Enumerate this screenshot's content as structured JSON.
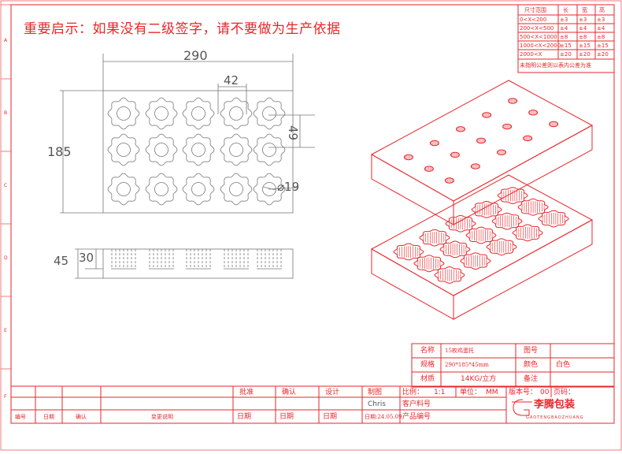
{
  "warning": "重要启示：如果没有二级签字，请不要做为生产依据",
  "dimensions": {
    "width": "290",
    "height": "185",
    "pitch": "42",
    "row_pitch": "49",
    "diameter": "⌀19",
    "total_height": "45",
    "cavity_depth": "30"
  },
  "tolerance_table": {
    "header": [
      "尺寸范围",
      "长",
      "宽",
      "高"
    ],
    "rows": [
      [
        "0<X<200",
        "±3",
        "±3",
        "±3"
      ],
      [
        "200<X<500",
        "±4",
        "±4",
        "±4"
      ],
      [
        "500<X<1000",
        "±8",
        "±8",
        "±8"
      ],
      [
        "1000<X<2000",
        "±15",
        "±15",
        "±15"
      ],
      [
        "2000<X",
        "±20",
        "±20",
        "±20"
      ]
    ],
    "note": "未指明公差则以表内公差为准"
  },
  "title_block": {
    "name_label": "名称",
    "name_value": "15枚鸡蛋托",
    "spec_label": "规格",
    "spec_value": "290*185*45mm",
    "material_label": "材质",
    "material_value": "14KG/立方",
    "drawing_no_label": "图号",
    "drawing_no_value": "",
    "color_label": "颜色",
    "color_value": "白色",
    "remark_label": "备注",
    "remark_value": "",
    "scale_label": "比例：",
    "scale_value": "1:1",
    "unit_label": "单位：",
    "unit_value": "MM",
    "version_label": "版本号：",
    "version_value": "00",
    "page_label": "页码：",
    "page_value": "",
    "customer_part_label": "客户料号",
    "product_no_label": "产品编号",
    "approve": "批准",
    "confirm": "确认",
    "design": "设计",
    "draw": "制图",
    "drafter": "Chris",
    "date": "日期",
    "draw_date": "日期:24.05.09"
  },
  "revision_block": {
    "no": "编号",
    "date": "日期",
    "confirm": "确认",
    "desc": "变更说明"
  },
  "logo": {
    "name": "李腾包装",
    "pinyin": "GAOTENGBAOZHUANG"
  },
  "border_letters": [
    "A",
    "B",
    "C",
    "D",
    "E",
    "F"
  ]
}
